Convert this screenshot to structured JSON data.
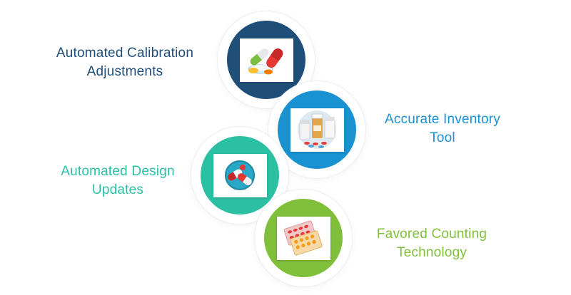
{
  "features": [
    {
      "label_lines": [
        "Automated Calibration",
        "Adjustments"
      ],
      "color": "#1f4e79",
      "icon": "capsules-icon"
    },
    {
      "label_lines": [
        "Accurate Inventory",
        "Tool"
      ],
      "color": "#1a91d0",
      "icon": "medicine-bottles-icon"
    },
    {
      "label_lines": [
        "Automated Design",
        "Updates"
      ],
      "color": "#2bbfa4",
      "icon": "tablet-disc-icon"
    },
    {
      "label_lines": [
        "Favored Counting",
        "Technology"
      ],
      "color": "#7fbf3a",
      "icon": "blister-pack-icon"
    }
  ]
}
